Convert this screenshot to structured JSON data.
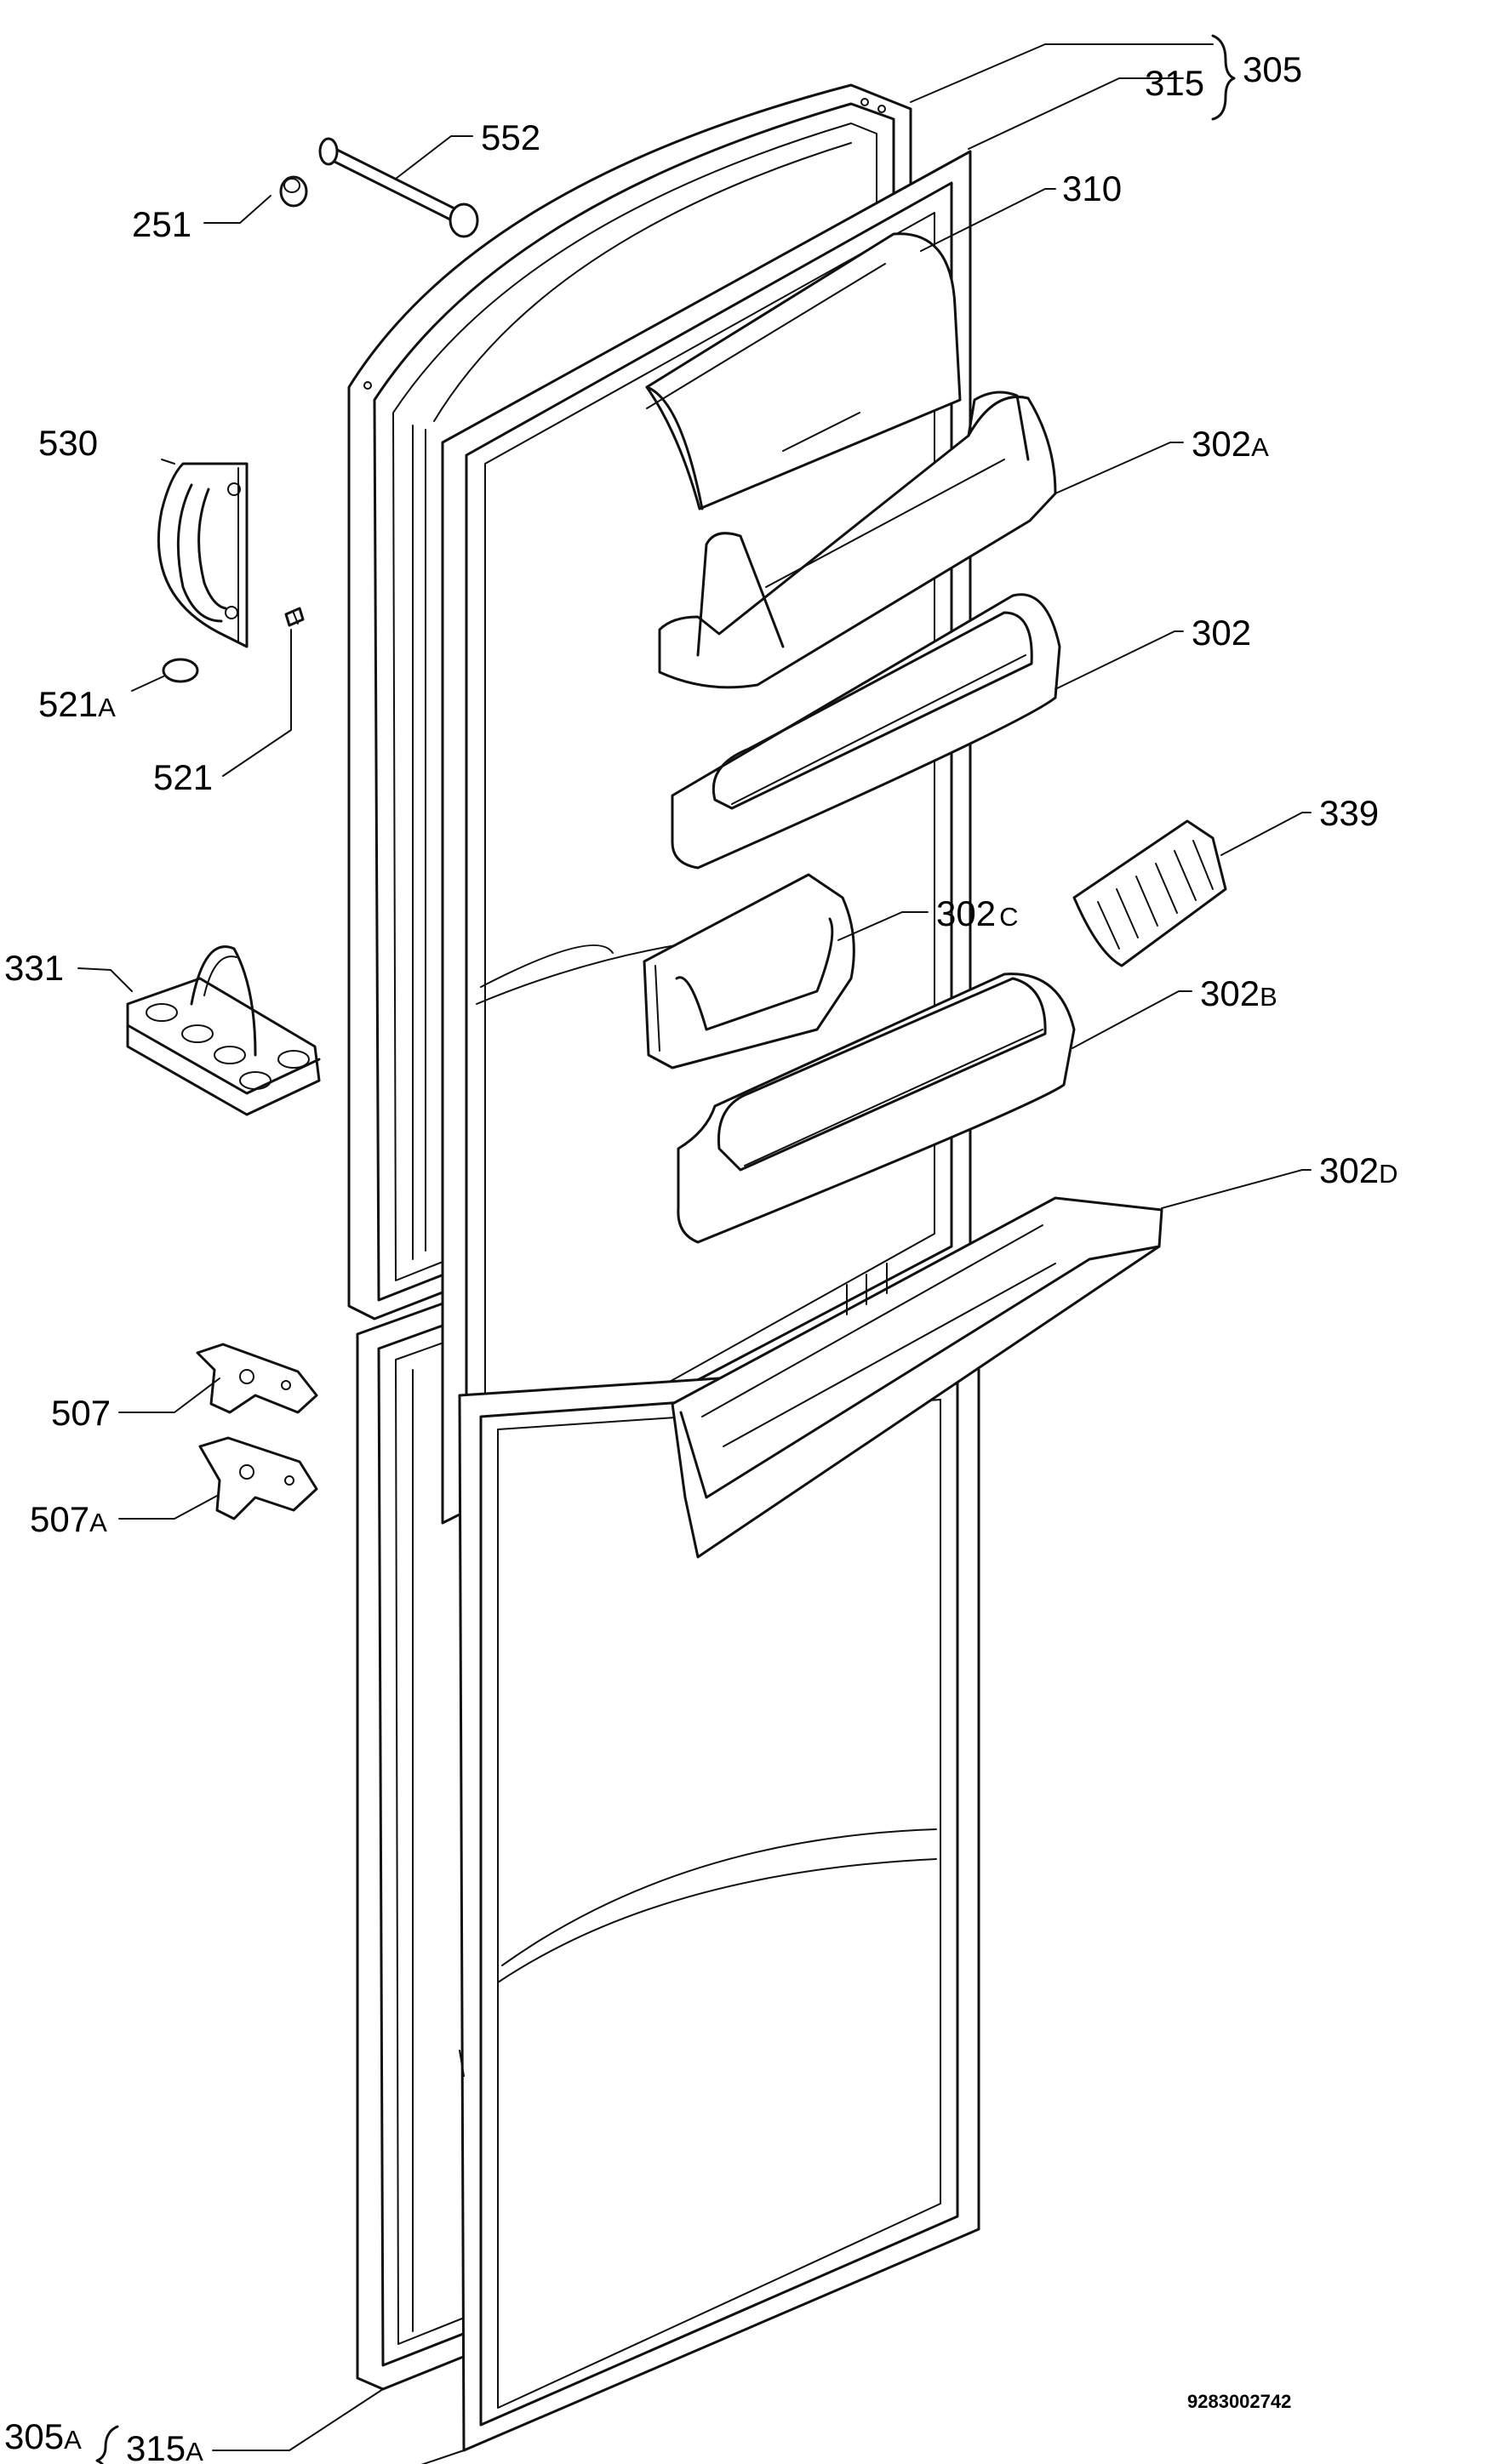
{
  "diagram": {
    "reference": "9283002742",
    "labels": {
      "l305": {
        "num": "305",
        "suf": ""
      },
      "l315": {
        "num": "315",
        "suf": ""
      },
      "l310": {
        "num": "310",
        "suf": ""
      },
      "l552": {
        "num": "552",
        "suf": ""
      },
      "l251": {
        "num": "251",
        "suf": ""
      },
      "l530": {
        "num": "530",
        "suf": ""
      },
      "l302a": {
        "num": "302",
        "suf": "A"
      },
      "l302": {
        "num": "302",
        "suf": ""
      },
      "l521a": {
        "num": "521",
        "suf": "A"
      },
      "l521": {
        "num": "521",
        "suf": ""
      },
      "l339": {
        "num": "339",
        "suf": ""
      },
      "l331": {
        "num": "331",
        "suf": ""
      },
      "l302c": {
        "num": "302",
        "suf": "C"
      },
      "l302b": {
        "num": "302",
        "suf": "B"
      },
      "l302d": {
        "num": "302",
        "suf": "D"
      },
      "l507": {
        "num": "507",
        "suf": ""
      },
      "l507a": {
        "num": "507",
        "suf": "A"
      },
      "l305a": {
        "num": "305",
        "suf": "A"
      },
      "l315a": {
        "num": "315",
        "suf": "A"
      }
    }
  }
}
